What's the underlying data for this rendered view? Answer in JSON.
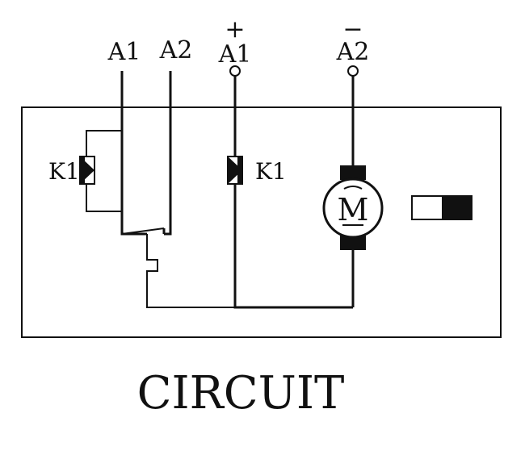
{
  "terminals": {
    "ctrl_a1": "A1",
    "ctrl_a2": "A2",
    "pwr_a1": "A1",
    "pwr_a2": "A2",
    "plus_sign": "+",
    "minus_sign": "−"
  },
  "coil_label": "K1",
  "contact_label": "K1",
  "motor_label": "M",
  "title": "CIRCUIT"
}
